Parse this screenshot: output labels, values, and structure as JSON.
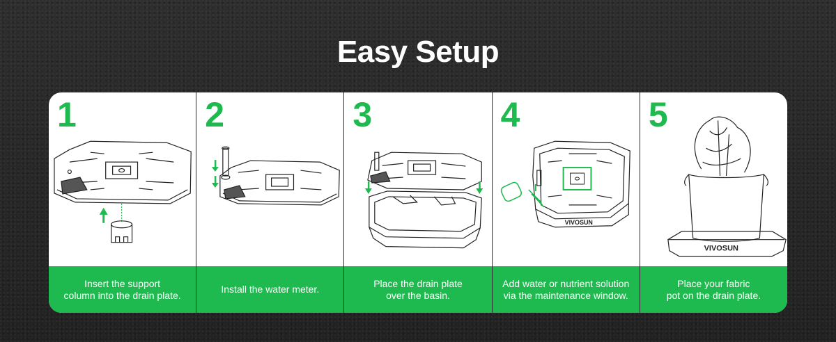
{
  "title": "Easy Setup",
  "accent_color": "#1fba4f",
  "steps": [
    {
      "number": "1",
      "caption": "Insert the support\ncolumn into the drain plate."
    },
    {
      "number": "2",
      "caption": "Install the water meter."
    },
    {
      "number": "3",
      "caption": "Place the drain plate\nover the basin."
    },
    {
      "number": "4",
      "caption": "Add water or nutrient solution\nvia the maintenance window."
    },
    {
      "number": "5",
      "caption": "Place your fabric\npot on the drain plate."
    }
  ],
  "brand": "VIVOSUN"
}
